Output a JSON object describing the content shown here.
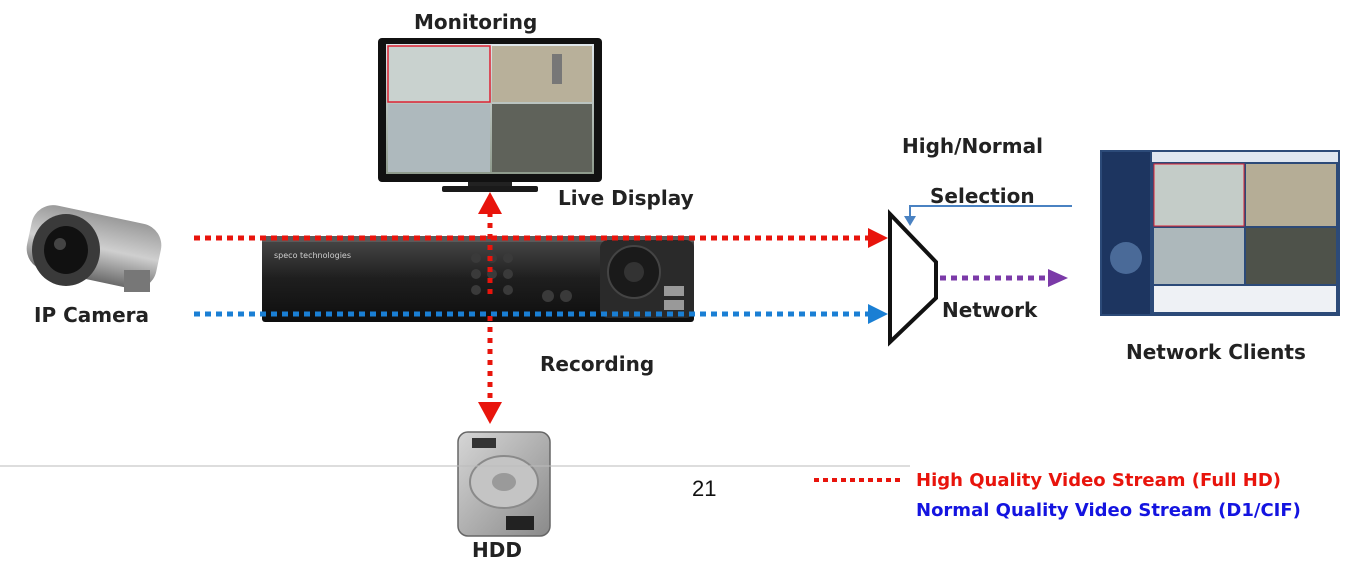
{
  "labels": {
    "monitoring": "Monitoring",
    "live_display": "Live Display",
    "ip_camera": "IP Camera",
    "recording": "Recording",
    "hdd": "HDD",
    "high_normal": "High/Normal",
    "selection": "Selection",
    "network": "Network",
    "network_clients": "Network Clients"
  },
  "page_number": "21",
  "device_brand": "speco technologies",
  "legend": {
    "high": "High Quality Video Stream (Full HD)",
    "normal": "Normal Quality Video Stream (D1/CIF)"
  },
  "colors": {
    "high": "#e8140c",
    "normal": "#1a7fd4",
    "network": "#7b3aa8",
    "selection_line": "#4a82c2",
    "legend_normal_text": "#1414e0"
  }
}
